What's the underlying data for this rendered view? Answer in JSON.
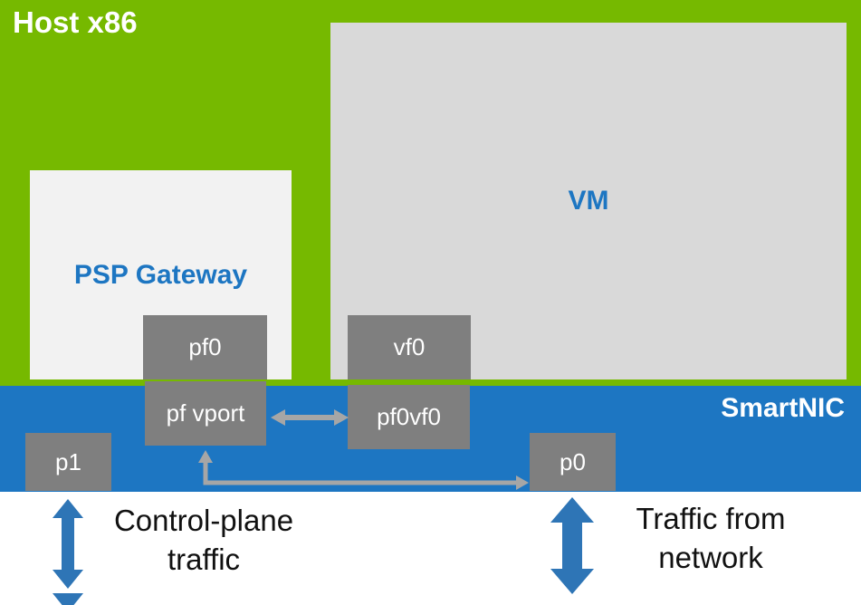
{
  "host": {
    "label": "Host x86"
  },
  "psp_gateway": {
    "label": "PSP Gateway"
  },
  "vm": {
    "label": "VM"
  },
  "smartnic": {
    "label": "SmartNIC"
  },
  "nodes": {
    "pf0": {
      "label": "pf0"
    },
    "vf0": {
      "label": "vf0"
    },
    "pf_vport": {
      "label": "pf vport"
    },
    "pf0vf0": {
      "label": "pf0vf0"
    },
    "p1": {
      "label": "p1"
    },
    "p0": {
      "label": "p0"
    }
  },
  "annotations": {
    "control_plane": {
      "line1": "Control-plane",
      "line2": "traffic"
    },
    "network": {
      "line1": "Traffic from",
      "line2": "network"
    }
  },
  "arrows": {
    "pf_vport_to_pf0vf0": "bidirectional-gray",
    "pf_vport_to_p0": "bidirectional-gray-elbow",
    "p1_external": "bidirectional-blue",
    "p0_external": "bidirectional-blue"
  },
  "colors": {
    "host_green": "#76b900",
    "smartnic_blue": "#1d76c2",
    "node_gray": "#7f7f7f",
    "vm_fill": "#d9d9d9",
    "psp_fill": "#f2f2f2",
    "connector_gray": "#a6a6a6",
    "traffic_arrow_blue": "#2e75b6",
    "label_blue": "#1d76c2",
    "annotation_text": "#111111",
    "white": "#ffffff"
  }
}
